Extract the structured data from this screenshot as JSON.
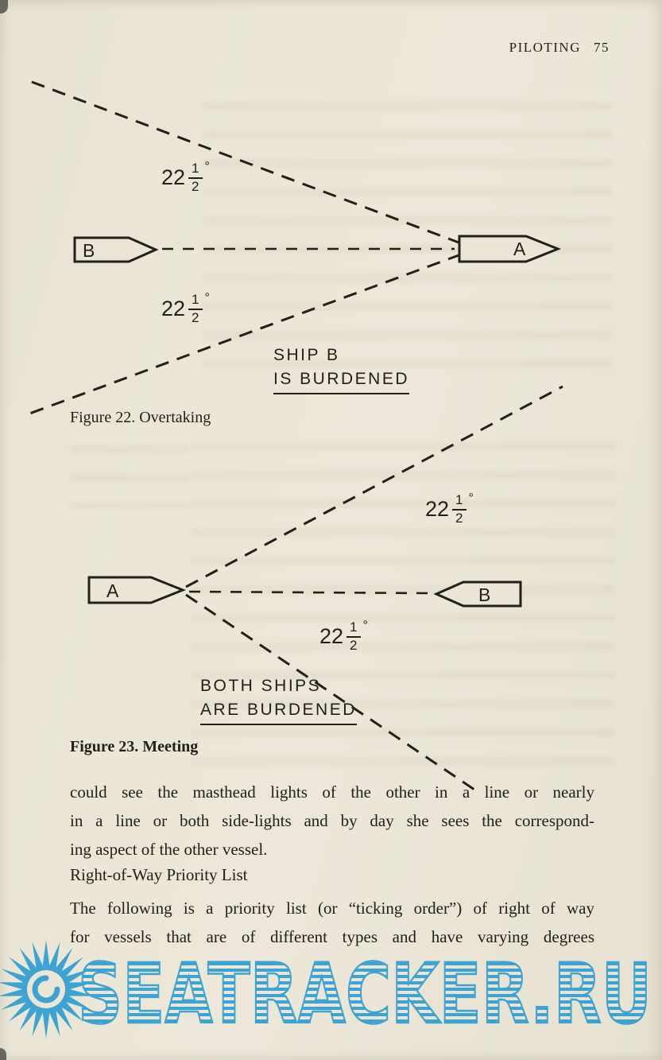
{
  "colors": {
    "paper": "#eae5d5",
    "ink": "#23201b",
    "wmblue": "#2f9fd2"
  },
  "running_head": {
    "title": "PILOTING",
    "page_number": "75"
  },
  "angle_label": {
    "whole": "22",
    "numerator": "1",
    "denominator": "2",
    "degree": "°"
  },
  "figure_overtaking": {
    "ship_a_label": "A",
    "ship_b_label": "B",
    "note_line1": "SHIP B",
    "note_line2": "IS BURDENED",
    "caption": "Figure 22. Overtaking"
  },
  "figure_meeting": {
    "ship_a_label": "A",
    "ship_b_label": "B",
    "note_line1": "BOTH SHIPS",
    "note_line2": "ARE BURDENED",
    "caption": "Figure 23. Meeting"
  },
  "body_text": {
    "paragraph1_lines": [
      "could see the masthead lights of the other in a line or nearly",
      "in a line or both side-lights and by day she sees the correspond-",
      "ing aspect of the other vessel."
    ],
    "heading": "Right-of-Way Priority List",
    "paragraph2_lines": [
      "The following is a priority list (or “ticking order”) of right of way",
      "for vessels that are of different types and have varying degrees"
    ]
  },
  "watermark": {
    "text": "SEATRACKER.RU"
  }
}
